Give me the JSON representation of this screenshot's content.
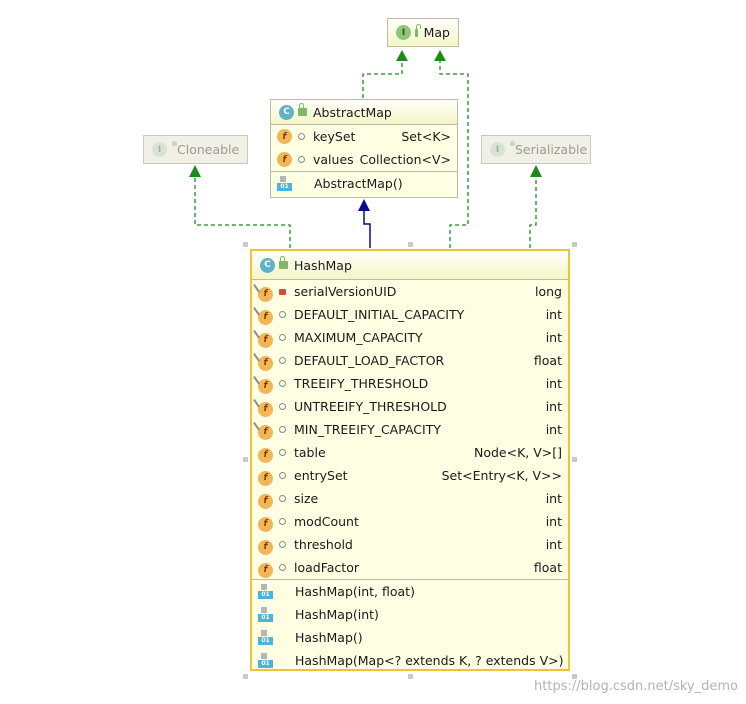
{
  "diagram": {
    "map": {
      "name": "Map",
      "kind": "I"
    },
    "cloneable": {
      "name": "Cloneable",
      "kind": "I"
    },
    "serializable": {
      "name": "Serializable",
      "kind": "I"
    },
    "abstract_map": {
      "name": "AbstractMap",
      "kind": "C",
      "fields": [
        {
          "name": "keySet",
          "type": "Set<K>"
        },
        {
          "name": "values",
          "type": "Collection<V>"
        }
      ],
      "constructors": [
        "AbstractMap()"
      ],
      "ctor_badge": "01"
    },
    "hash_map": {
      "name": "HashMap",
      "kind": "C",
      "fields": [
        {
          "name": "serialVersionUID",
          "type": "long"
        },
        {
          "name": "DEFAULT_INITIAL_CAPACITY",
          "type": "int"
        },
        {
          "name": "MAXIMUM_CAPACITY",
          "type": "int"
        },
        {
          "name": "DEFAULT_LOAD_FACTOR",
          "type": "float"
        },
        {
          "name": "TREEIFY_THRESHOLD",
          "type": "int"
        },
        {
          "name": "UNTREEIFY_THRESHOLD",
          "type": "int"
        },
        {
          "name": "MIN_TREEIFY_CAPACITY",
          "type": "int"
        },
        {
          "name": "table",
          "type": "Node<K, V>[]"
        },
        {
          "name": "entrySet",
          "type": "Set<Entry<K, V>>"
        },
        {
          "name": "size",
          "type": "int"
        },
        {
          "name": "modCount",
          "type": "int"
        },
        {
          "name": "threshold",
          "type": "int"
        },
        {
          "name": "loadFactor",
          "type": "float"
        }
      ],
      "constructors": [
        "HashMap(int, float)",
        "HashMap(int)",
        "HashMap()",
        "HashMap(Map<? extends K, ? extends V>)"
      ],
      "ctor_badge": "01"
    },
    "field_badge": "f"
  },
  "watermark": "https://blog.csdn.net/sky_demo",
  "colors": {
    "inherit_edge": "#1e8a1e",
    "extends_edge": "#0a0a8a",
    "selection": "#ebc534"
  }
}
